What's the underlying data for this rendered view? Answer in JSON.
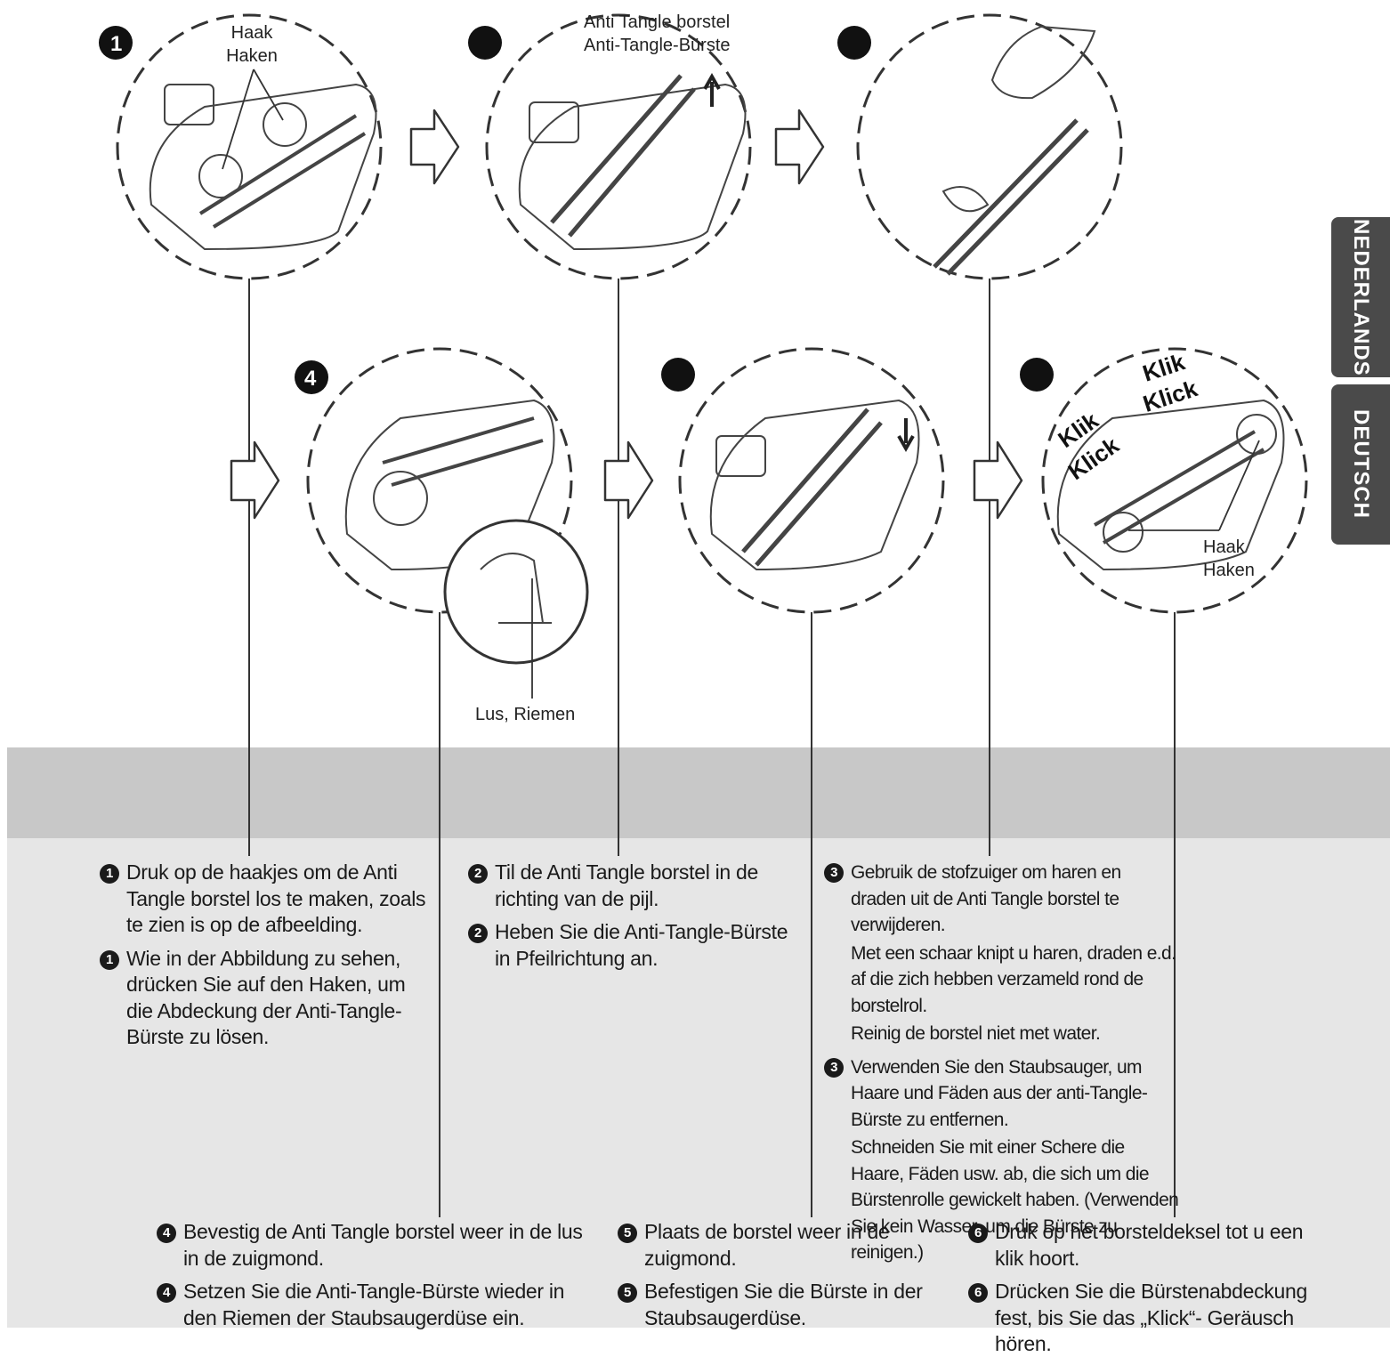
{
  "side_tabs": {
    "nl": "NEDERLANDS",
    "de": "DEUTSCH"
  },
  "callouts": {
    "hook_top": [
      "Haak",
      "Haken"
    ],
    "brush": [
      "Anti Tangle borstel",
      "Anti-Tangle-Bürste"
    ],
    "loop": "Lus, Riemen",
    "hook_bottom": [
      "Haak",
      "Haken"
    ],
    "click": [
      "Klik",
      "Klick",
      "Klik",
      "Klick"
    ]
  },
  "step_badges": {
    "s1": "1",
    "s4": "4"
  },
  "steps": [
    {
      "num": "1",
      "nl": "Druk op de haakjes om de Anti Tangle borstel los te maken, zoals te zien is op de afbeelding.",
      "de": "Wie in der Abbildung zu sehen, drücken Sie auf den Haken, um die Abdeckung der Anti-Tangle-Bürste zu lösen."
    },
    {
      "num": "2",
      "nl": "Til de Anti Tangle borstel in de richting van de pijl.",
      "de": "Heben Sie die Anti-Tangle-Bürste in Pfeilrichtung an."
    },
    {
      "num": "3",
      "nl": "Gebruik de stofzuiger om haren en draden uit de Anti Tangle borstel te verwijderen.",
      "nl2": "Met een schaar knipt u haren, draden e.d. af die zich hebben verzameld rond de borstelrol.",
      "nl3": "Reinig de borstel niet met water.",
      "de": "Verwenden Sie den Staubsauger, um Haare und Fäden aus der anti-Tangle-Bürste zu entfernen.",
      "de2": "Schneiden Sie mit einer Schere die Haare, Fäden usw. ab, die sich um die Bürstenrolle gewickelt haben. (Verwenden Sie kein Wasser, um die Bürste zu reinigen.)"
    },
    {
      "num": "4",
      "nl": "Bevestig de Anti Tangle borstel weer in de lus in de zuigmond.",
      "de": "Setzen Sie die Anti-Tangle-Bürste wieder in den Riemen der Staubsaugerdüse ein."
    },
    {
      "num": "5",
      "nl": "Plaats de borstel weer in de zuigmond.",
      "de": "Befestigen Sie die Bürste in der Staubsaugerdüse."
    },
    {
      "num": "6",
      "nl": "Druk op het borsteldeksel tot u een klik hoort.",
      "de": "Drücken Sie die Bürstenabdeckung fest, bis Sie das „Klick“- Geräusch hören."
    }
  ]
}
